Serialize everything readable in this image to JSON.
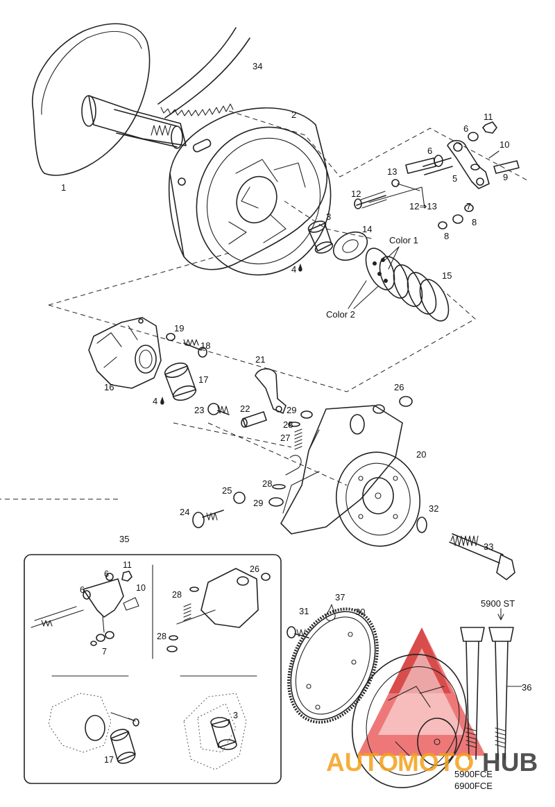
{
  "callouts": {
    "c1": "1",
    "c2": "2",
    "c3": "3",
    "c4a": "4",
    "c4b": "4",
    "c5": "5",
    "c6a": "6",
    "c6b": "6",
    "c7": "7",
    "c8a": "8",
    "c8b": "8",
    "c9": "9",
    "c10": "10",
    "c11": "11",
    "c12": "12",
    "c12to13": "12⇒13",
    "c13": "13",
    "c14": "14",
    "c15": "15",
    "c16": "16",
    "c17": "17",
    "c18": "18",
    "c19": "19",
    "c20": "20",
    "c21": "21",
    "c22": "22",
    "c23": "23",
    "c24": "24",
    "c25": "25",
    "c26": "26",
    "c27": "27",
    "c28a": "28",
    "c28b": "28",
    "c29a": "29",
    "c29b": "29",
    "c30": "30",
    "c31": "31",
    "c32": "32",
    "c33": "33",
    "c34": "34",
    "c35": "35",
    "c36": "36",
    "c37": "37"
  },
  "color_labels": {
    "color1": "Color 1",
    "color2": "Color 2"
  },
  "inset": {
    "c11": "11",
    "c6": "6",
    "c10": "10",
    "c7": "7",
    "c26": "26",
    "c28a": "28",
    "c28b": "28",
    "c17": "17",
    "c3": "3"
  },
  "model_labels": {
    "top": "5900 ST",
    "bottom1": "5900FCE",
    "bottom2": "6900FCE"
  },
  "watermark": {
    "part1": "AUTO",
    "part2": "MOTO",
    "part3": "HUB"
  },
  "colors": {
    "line": "#222222",
    "watermark_orange": "#f4a019",
    "watermark_red": "#e23b3b",
    "watermark_dark": "#333333"
  }
}
